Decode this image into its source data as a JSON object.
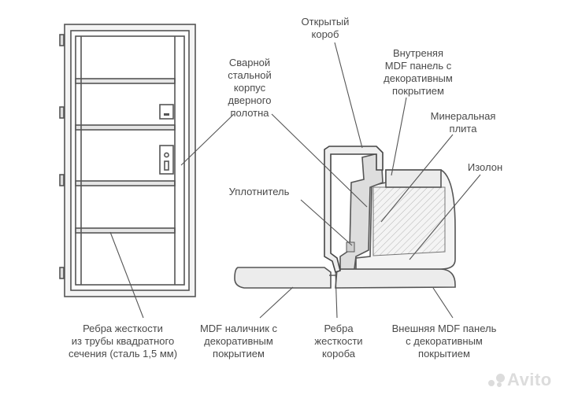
{
  "labels": {
    "open_frame": "Открытый\nкороб",
    "welded_body": "Сварной\nстальной\nкорпус\nдверного\nполотна",
    "inner_panel": "Внутреняя\nMDF панель с\nдекоративным\nпокрытием",
    "mineral_plate": "Минеральная\nплита",
    "izolon": "Изолон",
    "seal": "Уплотнитель",
    "stiffeners_pipe": "Ребра жесткости\nиз трубы квадратного\nсечения (сталь 1,5 мм)",
    "mdf_trim": "MDF наличник с\nдекоративным\nпокрытием",
    "frame_stiffeners": "Ребра\nжесткости\nкороба",
    "outer_panel": "Внешняя MDF панель\nс декоративным\nпокрытием"
  },
  "watermark": {
    "text": "Avito"
  }
}
